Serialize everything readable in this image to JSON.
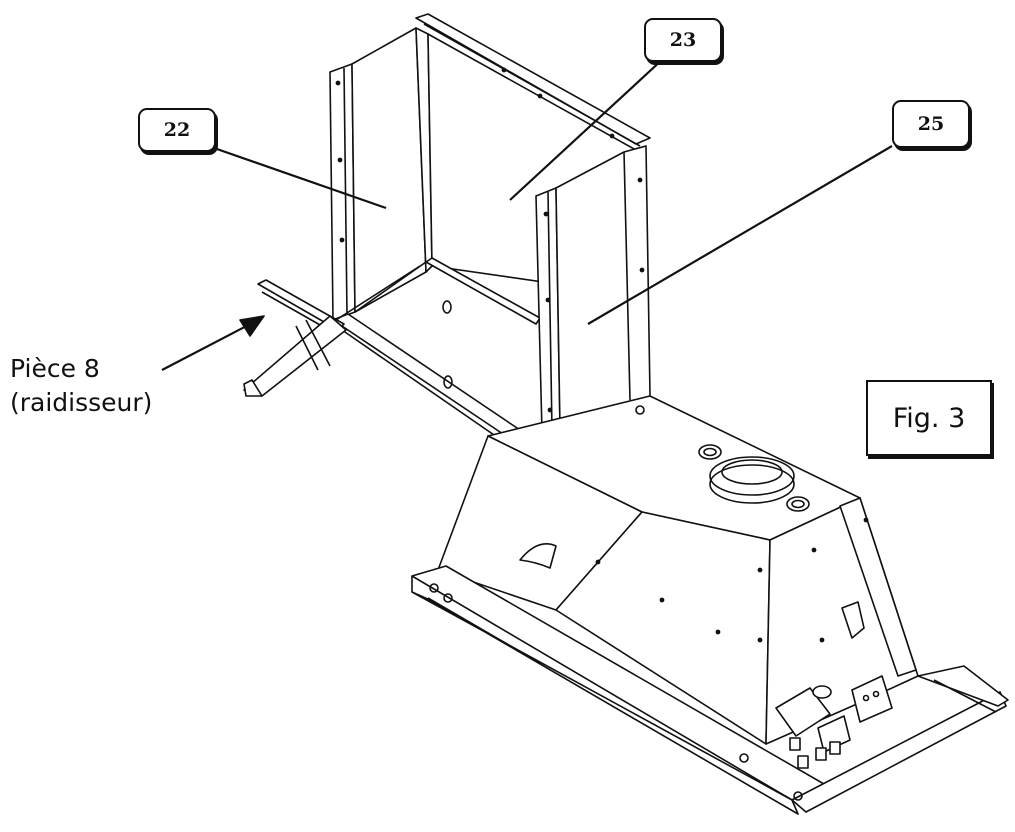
{
  "callouts": {
    "part_22": "22",
    "part_23": "23",
    "part_25": "25"
  },
  "annotation": {
    "line1": "Pièce 8",
    "line2": "(raidisseur)"
  },
  "figure_label": "Fig. 3",
  "colors": {
    "ink": "#111111",
    "paper": "#ffffff"
  }
}
